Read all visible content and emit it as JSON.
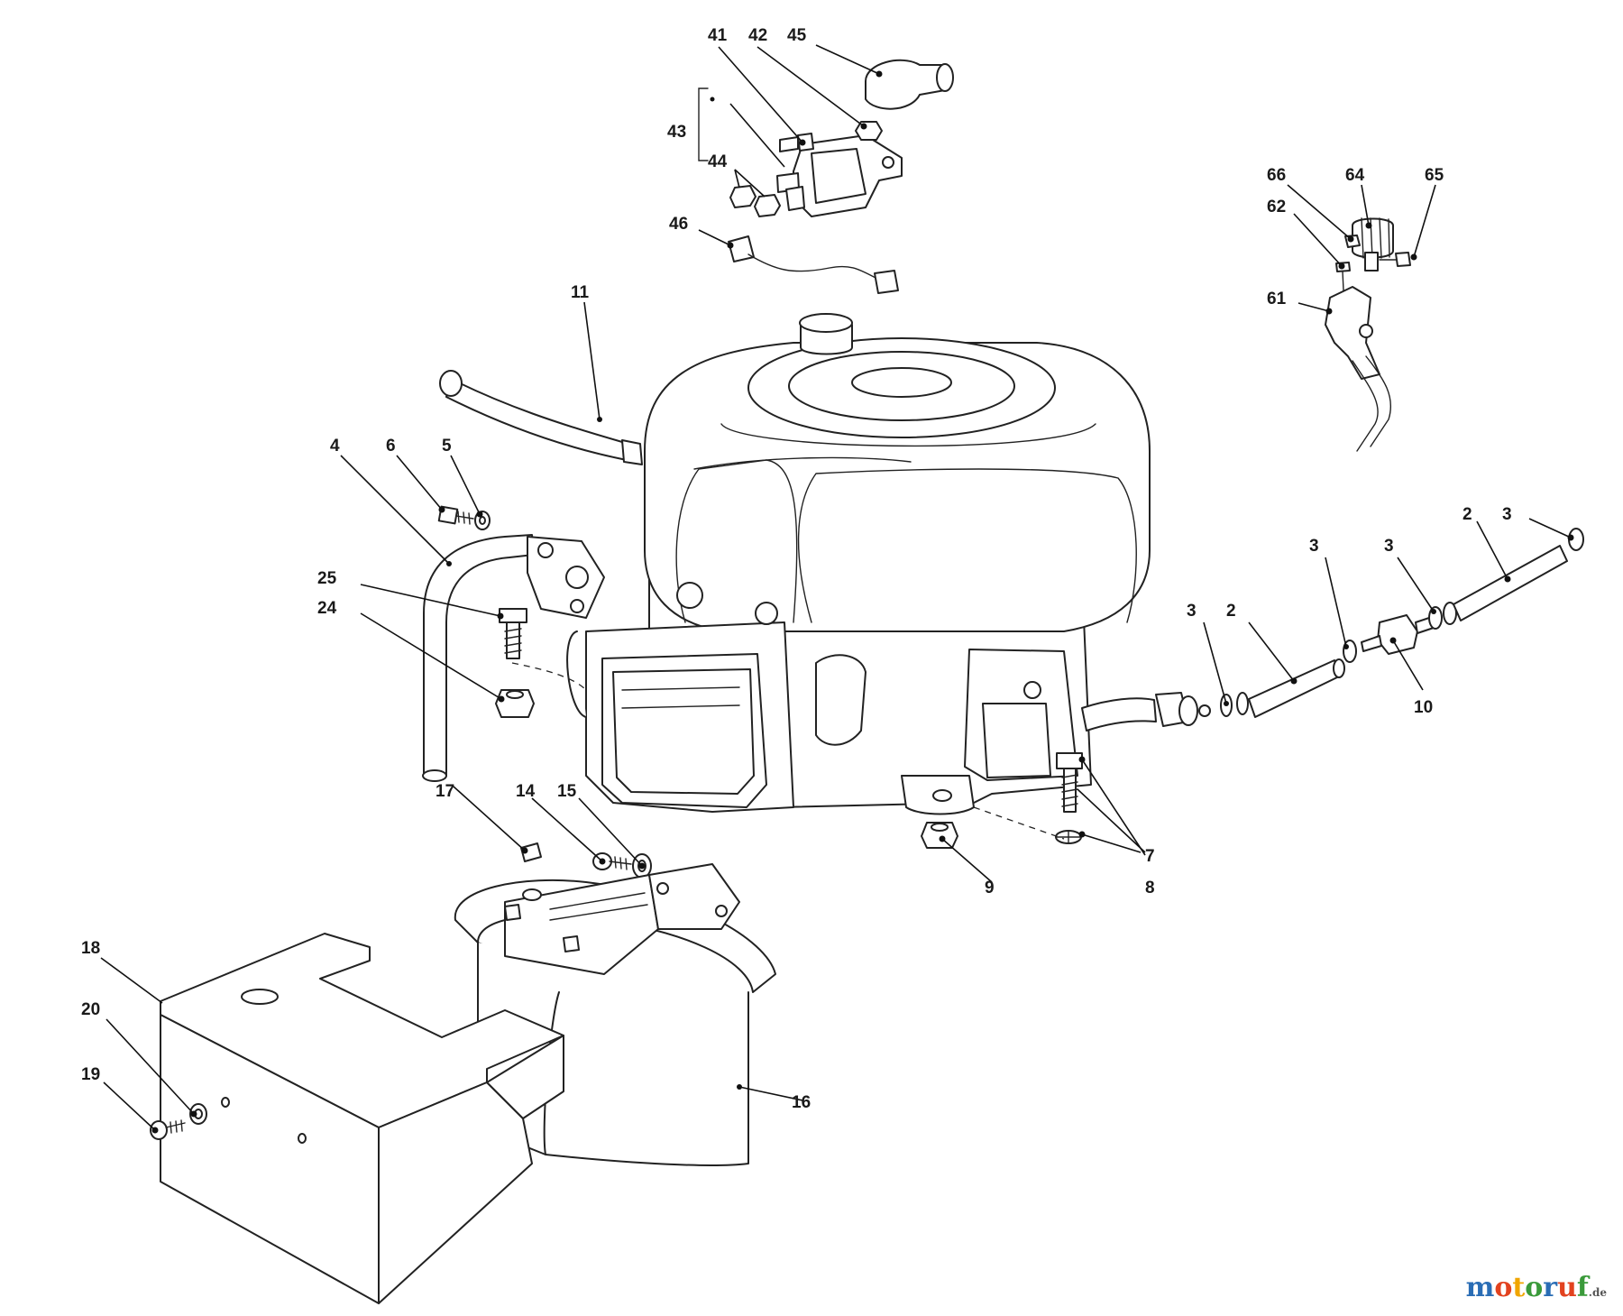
{
  "watermark": {
    "chars": [
      "m",
      "o",
      "t",
      "o",
      "r",
      "u",
      "f"
    ],
    "colors": [
      "#2a6db5",
      "#e2421f",
      "#f0a500",
      "#3a9a3a",
      "#2a6db5",
      "#e2421f",
      "#3a9a3a"
    ],
    "suffix": ".de"
  },
  "callouts": [
    {
      "id": "41",
      "text": "41"
    },
    {
      "id": "42",
      "text": "42"
    },
    {
      "id": "45",
      "text": "45"
    },
    {
      "id": "43",
      "text": "43"
    },
    {
      "id": "44",
      "text": "44"
    },
    {
      "id": "46",
      "text": "46"
    },
    {
      "id": "11",
      "text": "11"
    },
    {
      "id": "66",
      "text": "66"
    },
    {
      "id": "64",
      "text": "64"
    },
    {
      "id": "65",
      "text": "65"
    },
    {
      "id": "62",
      "text": "62"
    },
    {
      "id": "61",
      "text": "61"
    },
    {
      "id": "4",
      "text": "4"
    },
    {
      "id": "6",
      "text": "6"
    },
    {
      "id": "5",
      "text": "5"
    },
    {
      "id": "25",
      "text": "25"
    },
    {
      "id": "24",
      "text": "24"
    },
    {
      "id": "17",
      "text": "17"
    },
    {
      "id": "14",
      "text": "14"
    },
    {
      "id": "15",
      "text": "15"
    },
    {
      "id": "18",
      "text": "18"
    },
    {
      "id": "20",
      "text": "20"
    },
    {
      "id": "19",
      "text": "19"
    },
    {
      "id": "16",
      "text": "16"
    },
    {
      "id": "9",
      "text": "9"
    },
    {
      "id": "7",
      "text": "7"
    },
    {
      "id": "8",
      "text": "8"
    },
    {
      "id": "10",
      "text": "10"
    },
    {
      "id": "3a",
      "text": "3"
    },
    {
      "id": "2a",
      "text": "2"
    },
    {
      "id": "3b",
      "text": "3"
    },
    {
      "id": "3c",
      "text": "3"
    },
    {
      "id": "2b",
      "text": "2"
    },
    {
      "id": "3d",
      "text": "3"
    }
  ]
}
